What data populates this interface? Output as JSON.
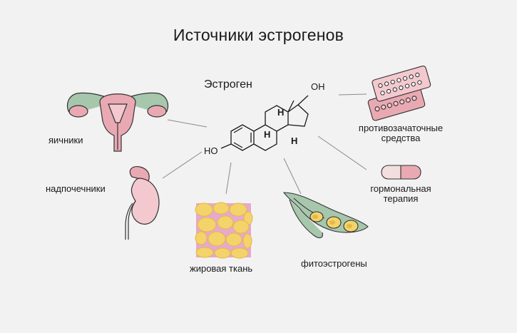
{
  "title": "Источники эстрогенов",
  "hormone": {
    "name": "Эстроген",
    "oh_top": "OH",
    "ho_left": "HO",
    "h_label": "H"
  },
  "sources": {
    "ovaries": "яичники",
    "adrenals": "надпочечники",
    "fat_tissue": "жировая ткань",
    "phytoestrogens": "фитоэстрогены",
    "contraceptives_line1": "противозачаточные",
    "contraceptives_line2": "средства",
    "hormone_therapy_line1": "гормональная",
    "hormone_therapy_line2": "терапия"
  },
  "colors": {
    "pink": "#e9a9b3",
    "pink_light": "#f3c9cf",
    "green": "#a7c7ad",
    "yellow": "#f4d36a",
    "yellow_dark": "#e2b94a",
    "line": "#8a8a8a",
    "stroke": "#333333"
  }
}
